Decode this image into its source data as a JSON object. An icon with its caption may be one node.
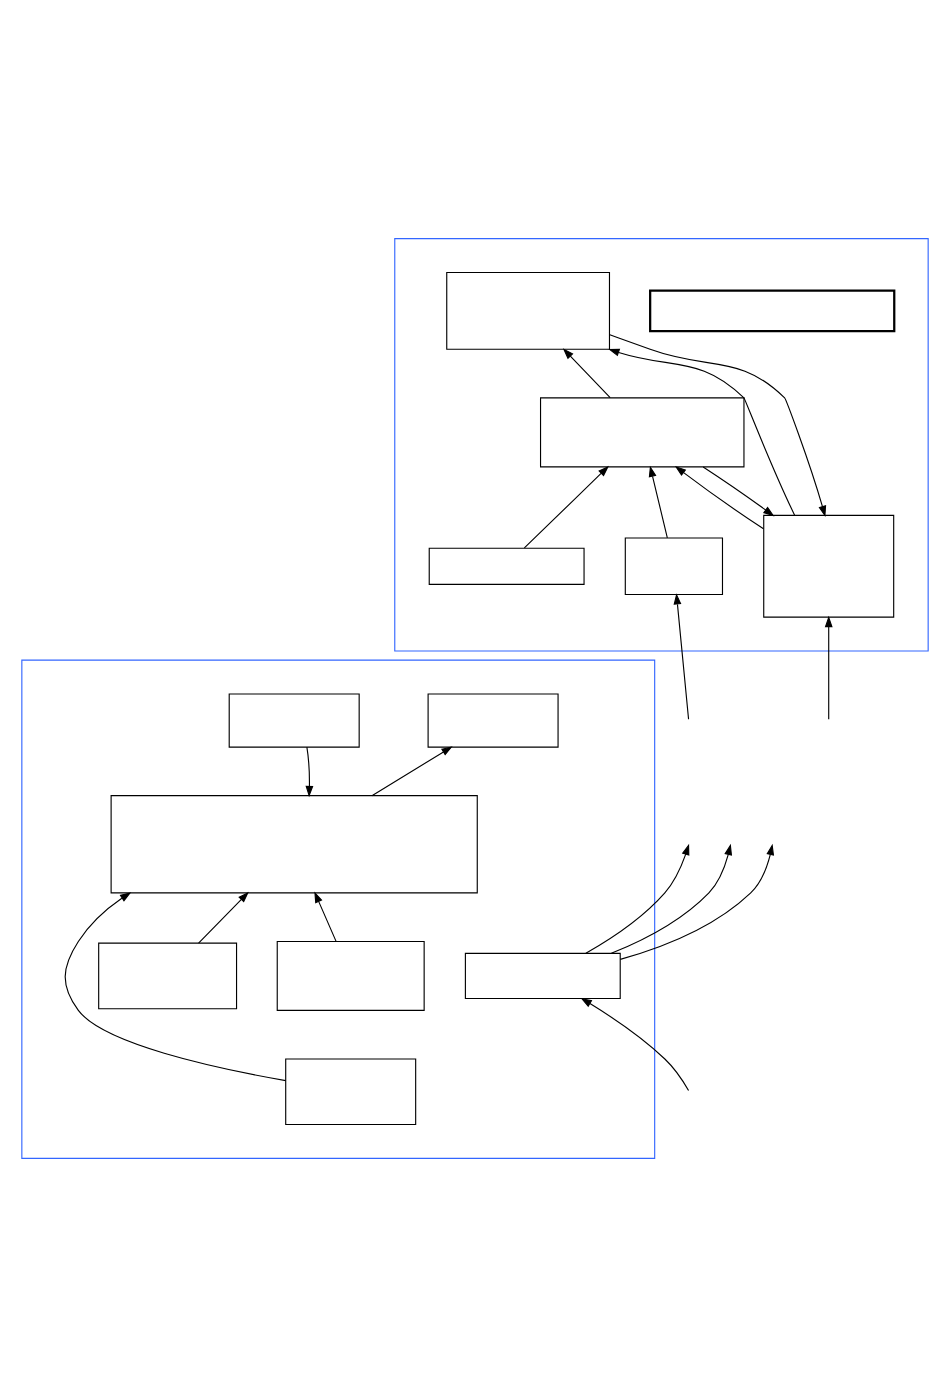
{
  "diagram": {
    "nodes": [
      {
        "text": [],
        "shape": "box"
      },
      {
        "text": [],
        "shape": "box",
        "in": 0
      },
      {
        "text": [],
        "shape": "box",
        "in": 0
      },
      {
        "text": [],
        "shape": "box",
        "in": 0
      },
      {
        "text": [],
        "shape": "box",
        "in": 0
      },
      {
        "text": [],
        "shape": "box",
        "in": 0
      },
      {
        "text": [],
        "shape": "box",
        "in": 0
      },
      {
        "text": [],
        "shape": "box"
      },
      {
        "text": [],
        "shape": "box",
        "in": 7
      },
      {
        "text": [],
        "shape": "box",
        "in": 7
      },
      {
        "text": [],
        "shape": "box",
        "in": 7
      },
      {
        "text": [],
        "shape": "box",
        "in": 7
      },
      {
        "text": [],
        "shape": "box",
        "in": 7
      },
      {
        "text": [],
        "shape": "box",
        "in": 7
      },
      {
        "text": [],
        "shape": "box",
        "in": 7
      }
    ],
    "edges": [
      {
        "from": 3,
        "to": 2,
        "arrow": "to"
      },
      {
        "from": 2,
        "to": 3,
        "arrow": "to"
      },
      {
        "from": 4,
        "to": 2,
        "arrow": "to"
      },
      {
        "from": 4,
        "to": 3,
        "arrow": "to"
      },
      {
        "from": 3,
        "to": 4,
        "arrow": "to"
      },
      {
        "from": 5,
        "to": 4,
        "arrow": "to"
      },
      {
        "from": 6,
        "to": 4,
        "arrow": "to"
      },
      {
        "from": null,
        "to": 3,
        "arrow": "to"
      },
      {
        "from": null,
        "to": 6,
        "arrow": "to"
      },
      {
        "from": 8,
        "to": 11,
        "arrow": "to"
      },
      {
        "from": 11,
        "to": 9,
        "arrow": "to"
      },
      {
        "from": 10,
        "to": 11,
        "arrow": "to"
      },
      {
        "from": 13,
        "to": 11,
        "arrow": "to"
      },
      {
        "from": 14,
        "to": 11,
        "arrow": "to"
      },
      {
        "from": 12,
        "to": null,
        "arrow": "to"
      },
      {
        "from": 12,
        "to": null,
        "arrow": "to"
      },
      {
        "from": 12,
        "to": null,
        "arrow": "to"
      },
      {
        "from": null,
        "to": 12,
        "arrow": "to"
      }
    ]
  }
}
